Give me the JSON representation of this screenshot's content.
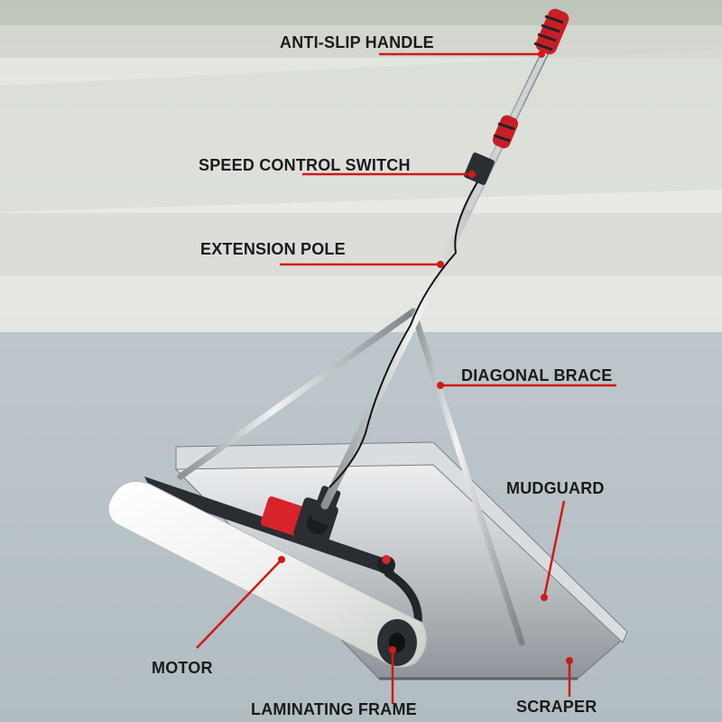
{
  "labels": {
    "anti_slip_handle": "ANTI-SLIP HANDLE",
    "speed_control_switch": "SPEED CONTROL SWITCH",
    "extension_pole": "EXTENSION POLE",
    "diagonal_brace": "DIAGONAL BRACE",
    "mudguard": "MUDGUARD",
    "motor": "MOTOR",
    "laminating_frame": "LAMINATING FRAME",
    "scraper": "SCRAPER"
  },
  "colors": {
    "callout_line": "#d11919",
    "label_text": "#1a1a1a",
    "sky_band": "#e6e9e4",
    "floor": "#b8c2c6",
    "handle_grip": "#c81e28"
  }
}
